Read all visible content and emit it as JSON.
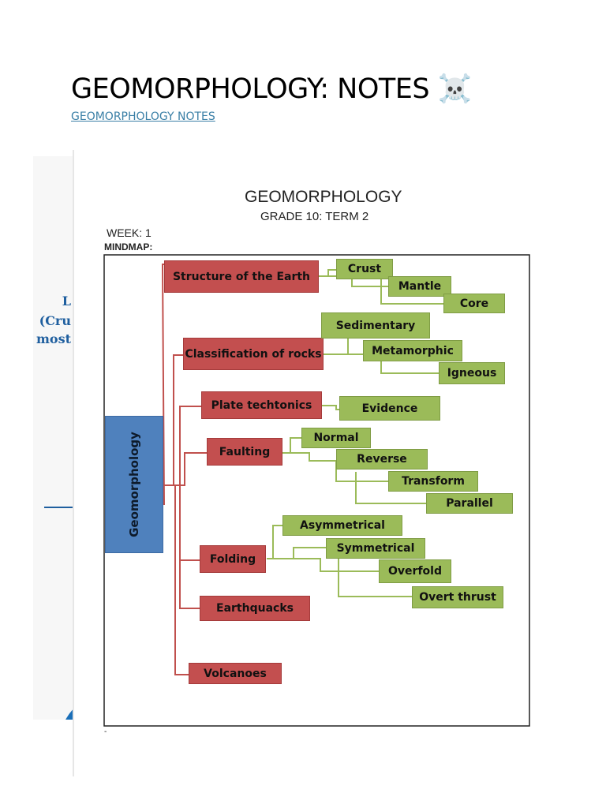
{
  "header": {
    "title": "GEOMORPHOLOGY: NOTES ☠️",
    "link_text": "GEOMORPHOLOGY NOTES"
  },
  "background_doc": {
    "fragments": [
      "L",
      "(Cru",
      "most"
    ]
  },
  "diagram": {
    "title": "GEOMORPHOLOGY",
    "subtitle": "GRADE 10:  TERM 2",
    "week": "WEEK: 1",
    "section_label": "MINDMAP:",
    "footnote": "-",
    "root": "Geomorphology",
    "branches": {
      "structure": "Structure of the Earth",
      "classification": "Classification of rocks",
      "plate": "Plate techtonics",
      "faulting": "Faulting",
      "folding": "Folding",
      "earthquakes": "Earthquacks",
      "volcanoes": "Volcanoes"
    },
    "leaves": {
      "crust": "Crust",
      "mantle": "Mantle",
      "core": "Core",
      "sedimentary": "Sedimentary",
      "metamorphic": "Metamorphic",
      "igneous": "Igneous",
      "evidence": "Evidence",
      "normal": "Normal",
      "reverse": "Reverse",
      "transform": "Transform",
      "parallel": "Parallel",
      "asymmetrical": "Asymmetrical",
      "symmetrical": "Symmetrical",
      "overfold": "Overfold",
      "overt_thrust": "Overt thrust"
    },
    "colors": {
      "root": "#4f81bd",
      "branch": "#c34f4f",
      "leaf": "#9bbb59",
      "branch_line": "#c0504d",
      "leaf_line": "#9bbb59"
    }
  }
}
